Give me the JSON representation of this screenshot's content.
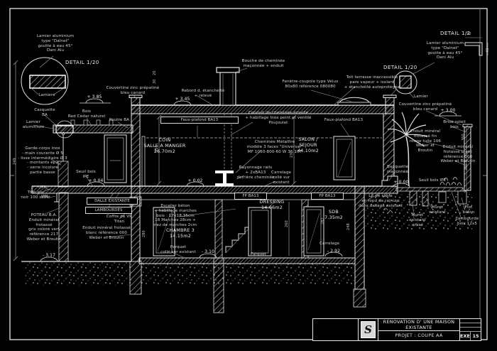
{
  "colors": {
    "background": "#000000",
    "line": "#e6e6e6",
    "text": "#d4d4d4"
  },
  "title_block": {
    "project_title": "RENOVATION D' UNE MAISON EXISTANTE",
    "drawing_title": "PROJET : COUPE AA",
    "phase": "EXE",
    "sheet_number": "15",
    "logo_letter": "S"
  },
  "annotations": {
    "lamierNoteL": "Lamier aluminium\ntype \"Dalnet\"\ngoutte à eau 45°\nDani Alu",
    "detail120L": "DETAIL 1/20",
    "lamiereL": "Lamiere",
    "lvl385L": "+ 3.85",
    "couvertineL": "Couvertine zinc prépatiné\nbleu canard",
    "casquetteL": "Casquette\nBA",
    "boisRedCedar": "Bois\nRed Cédar naturel",
    "poutreBA": "Poutre BA",
    "lamierAluL": "Lamier\naluminium",
    "gardeCorps": "Garde-corps inox\n- main courante Ø 5\n- lisse intermédiaire Ø 3\n- montants ép2\n- verre incolore\npartie basse",
    "seuilIpeL": "Seuil bois\nIPE",
    "lvl004": "+ 0.04",
    "upn": "UPN",
    "toleAlu": "Tôle alu\nnoir 100 sablé",
    "ipn": "IPN",
    "dalleExistante": "DALLE EXISTANTE",
    "lambourdes": "LAMBOURDES",
    "poteauBA": "POTEAU B.A.\nEnduit minéral\nfrotassé\ngris coloré vert\nréférence 217\nWeber et Broutin",
    "coffreVR": "Coffre de VR\nTitan",
    "enduitBlancL": "Enduit minéral frotassé\nblanc référence 000\nWeber et Broutin",
    "lvl317": "- 3.17",
    "boucheCheminee": "Bouche de cheminée\nmaçonnée + enduit",
    "rebordEtanch": "Rebord d. étanchéité\n+ relevé",
    "lvl345": "+ 3.45",
    "fenetreCoupole": "Fenêtre-coupole type Vélux\n80x80 référence 080080",
    "toitTerrasse": "Toit terrasse inaccessible\npare vapeur + isolant\n+ étanchéité autoprotégée",
    "fauxPlafondL": "Faux-plafond BA13",
    "fauxPlafondR": "Faux-plafond BA13",
    "conduitCheminee": "Conduit de cheminée émaillé\n+ habillage Inox peint et ventilé\nPoujoulat",
    "coinSalle": "COIN\nSALLE A MANGER\n26.70m2",
    "chemineeMetalfire": "Cheminée Métalfire\nmodèle 3 faces \"Universal\"\nMF 1050-800-60 W 3S 10T",
    "salonSejour": "SALON /\nSEJOUR\n44.10m2",
    "rayonnage": "Rayonnage rails\n+ 2xBA13\nderrière cheminée",
    "carrelageColle": "Carrelage\ncollé sur\nexistant",
    "lvl002": "+ 0.02",
    "fpBA13a": "FP BA13",
    "fpBA13b": "FP BA13",
    "dressing": "DRESSING\n14.06m2",
    "escalier": "Escalier béton\n+ habillage marches\nbois : 17x18.35cm\n18 Marches 28cm +\nnez de marches 2cm",
    "chambre3": "CHAMBRE 3\n14.15m2",
    "parquetColle": "Parquet\ncollé sur existant",
    "lvl310": "- 3.10",
    "parquet2": "Parquet",
    "sdb": "SDB\n7.35m2",
    "carrelage2": "Carrelage",
    "lvl292": "- 2.92",
    "detail12": "DETAIL 1/2",
    "lamierNoteR": "Lamier aluminium\ntype \"Dalnet\"\ngoutte à eau 45°\nDani Alu",
    "detail120R": "DETAIL 1/20",
    "lamierR": "Lamier",
    "couvertineR": "Couvertine zinc prépatiné\nbleu canard",
    "lvl300": "+ 3.00",
    "briseSoleil": "Brise soleil\nbois",
    "enduitRouge": "Enduit minéral\nfrotassé fin\nrouge tuile 106\nWeber et\nBroutin",
    "enduitBlancR": "Enduit minéral\nfrotassé blanc\nréférence 000\nWeber et Broutin",
    "banquette": "Banquette\nmaçonnée",
    "lvl000": "+ 0.00",
    "seuilIpeR": "Seuil bois IPE",
    "litDeSable": "Lit de sable\nen fond de rainure\ndans dallage existant",
    "muretExistant": "Muret\nexistant",
    "muretArase": "Muret\nexistant\narasé",
    "plotBeton": "Plot\nbéton",
    "lambourdeR": "Lambourde\nbois 12x5"
  },
  "dimensions": {
    "d249": "249",
    "d250": "250",
    "d230": "230",
    "d20": "20",
    "d30": "30",
    "d280": "280",
    "d260": "260",
    "d282": "282",
    "d248": "248",
    "d360": "360",
    "d300": "300",
    "dp20": "20",
    "dp40": "40"
  }
}
